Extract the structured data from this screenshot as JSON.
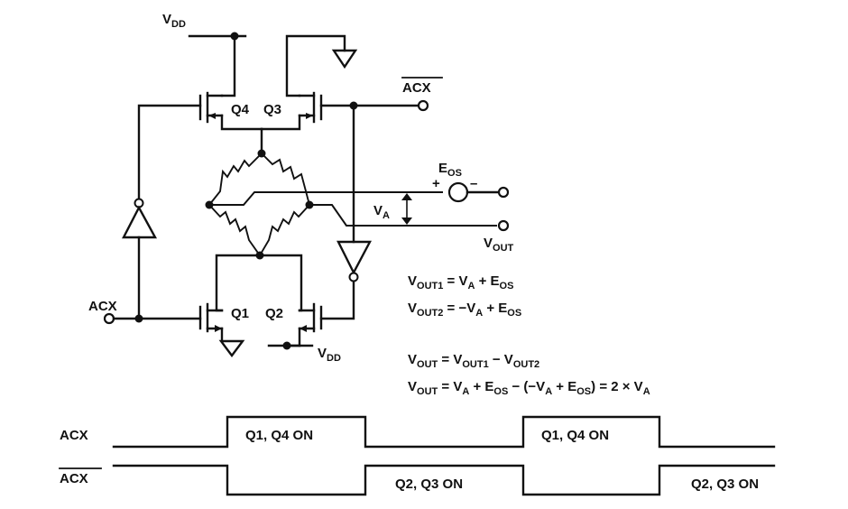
{
  "labels": {
    "vdd_top": {
      "main": "V",
      "sub": "DD"
    },
    "vdd_bottom": {
      "main": "V",
      "sub": "DD"
    },
    "acx_bar": "ACX",
    "acx": "ACX",
    "q1": "Q1",
    "q2": "Q2",
    "q3": "Q3",
    "q4": "Q4",
    "eos": {
      "main": "E",
      "sub": "OS"
    },
    "plus": "+",
    "minus": "–",
    "va": {
      "main": "V",
      "sub": "A"
    },
    "vout": {
      "main": "V",
      "sub": "OUT"
    }
  },
  "equations": {
    "eq1": [
      {
        "t": "V"
      },
      {
        "s": "OUT1"
      },
      {
        "t": " = V"
      },
      {
        "s": "A"
      },
      {
        "t": " + E"
      },
      {
        "s": "OS"
      }
    ],
    "eq2": [
      {
        "t": "V"
      },
      {
        "s": "OUT2"
      },
      {
        "t": " = −V"
      },
      {
        "s": "A"
      },
      {
        "t": " + E"
      },
      {
        "s": "OS"
      }
    ],
    "eq3": [
      {
        "t": "V"
      },
      {
        "s": "OUT"
      },
      {
        "t": " = V"
      },
      {
        "s": "OUT1"
      },
      {
        "t": " − V"
      },
      {
        "s": "OUT2"
      }
    ],
    "eq4": [
      {
        "t": "V"
      },
      {
        "s": "OUT"
      },
      {
        "t": " = V"
      },
      {
        "s": "A"
      },
      {
        "t": " + E"
      },
      {
        "s": "OS"
      },
      {
        "t": " − (−V"
      },
      {
        "s": "A"
      },
      {
        "t": " + E"
      },
      {
        "s": "OS"
      },
      {
        "t": ") = 2 × V"
      },
      {
        "s": "A"
      }
    ]
  },
  "timing": {
    "acx_label": "ACX",
    "acx_bar_label": "ACX",
    "q1q4_on_1": "Q1, Q4 ON",
    "q1q4_on_2": "Q1, Q4 ON",
    "q2q3_on_1": "Q2, Q3 ON",
    "q2q3_on_2": "Q2, Q3 ON"
  }
}
